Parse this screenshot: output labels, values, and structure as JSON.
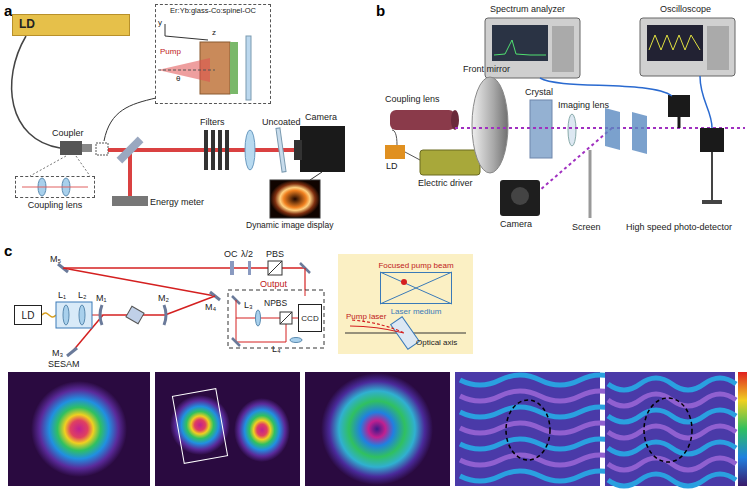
{
  "diagram": {
    "nodes": [
      {
        "text": [
          "LD"
        ]
      },
      {
        "text": [
          "Er:Yb:glass-Co:spinel-OC"
        ]
      },
      {
        "text": [
          "Coupling lens"
        ]
      },
      {
        "text": [
          "LD"
        ]
      },
      {
        "text": [
          "CCD"
        ]
      },
      {
        "text": [
          "Pump laser",
          "Optical axis"
        ]
      },
      {
        "text": [
          "Focused pump beam",
          "Laser medium"
        ],
        "in": 5
      }
    ],
    "labels": [
      "a",
      "b",
      "c",
      "Coupler",
      "Energy meter",
      "Filters",
      "Uncoated",
      "Camera",
      "Dynamic image display",
      "y",
      "z",
      "Pump",
      "θ",
      "Spectrum analyzer",
      "Oscilloscope",
      "Coupling lens",
      "Front mirror",
      "Crystal",
      "Imaging lens",
      "Camera",
      "LD",
      "Electric driver",
      "Screen",
      "High speed photo-detector",
      "M₅",
      "M₄",
      "OC",
      "λ/2",
      "PBS",
      "Output",
      "L₁",
      "L₂",
      "M₁",
      "M₂",
      "M₃",
      "SESAM",
      "L₃",
      "NPBS",
      "L₄"
    ]
  }
}
